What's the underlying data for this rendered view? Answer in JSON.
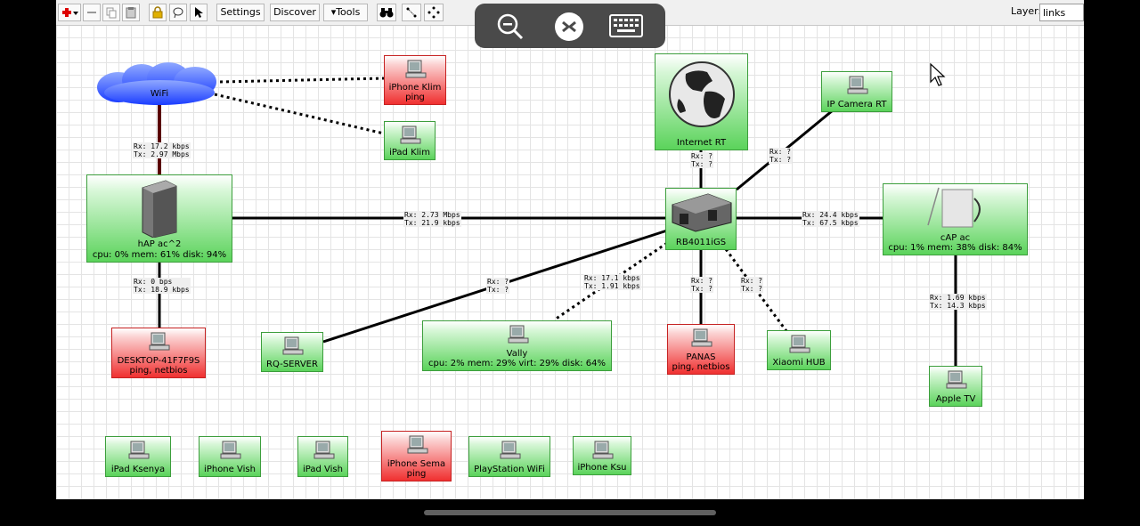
{
  "toolbar": {
    "settings_label": "Settings",
    "discover_label": "Discover",
    "tools_label": "▾Tools",
    "layer_label": "Layer:",
    "layer_value": "links"
  },
  "icons": {
    "add": "plus-icon",
    "remove": "minus-icon",
    "copy": "copy-icon",
    "paste": "paste-icon",
    "lock": "lock-icon",
    "lasso": "lasso-icon",
    "pointer": "pointer-icon",
    "find": "binoculars-icon",
    "zoom_out": "zoom-out-icon",
    "remote_desktop": "remote-desktop-icon",
    "keyboard": "keyboard-icon"
  },
  "colors": {
    "node_up": "#5bd35b",
    "node_down": "#f03030",
    "cloud": "#1a3cff",
    "link": "#000000",
    "wifi_uplink": "#5a0000"
  },
  "nodes": {
    "wifi": {
      "label": "WiFi"
    },
    "iphone_klim": {
      "label": "iPhone Klim",
      "status": "ping"
    },
    "ipad_klim": {
      "label": "iPad Klim"
    },
    "internet_rt": {
      "label": "Internet RT"
    },
    "ip_camera": {
      "label": "IP Camera RT"
    },
    "hap": {
      "label": "hAP ac^2",
      "stats": "cpu: 0% mem: 61% disk: 94%"
    },
    "rb4011": {
      "label": "RB4011iGS"
    },
    "cap": {
      "label": "cAP ac",
      "stats": "cpu: 1% mem: 38% disk: 84%"
    },
    "desktop": {
      "label": "DESKTOP-41F7F9S",
      "status": "ping, netbios"
    },
    "rq_server": {
      "label": "RQ-SERVER"
    },
    "vally": {
      "label": "Vally",
      "stats": "cpu: 2% mem: 29% virt: 29% disk: 64%"
    },
    "panas": {
      "label": "PANAS",
      "status": "ping, netbios"
    },
    "xiaomi": {
      "label": "Xiaomi HUB"
    },
    "apple_tv": {
      "label": "Apple TV"
    },
    "ipad_ksenya": {
      "label": "iPad Ksenya"
    },
    "iphone_vish": {
      "label": "iPhone Vish"
    },
    "ipad_vish": {
      "label": "iPad Vish"
    },
    "iphone_sema": {
      "label": "iPhone Sema",
      "status": "ping"
    },
    "playstation": {
      "label": "PlayStation WiFi"
    },
    "iphone_ksu": {
      "label": "iPhone Ksu"
    }
  },
  "traffic": {
    "wifi_hap": "Rx: 17.2 kbps\nTx: 2.97 Mbps",
    "internet_rb": "Rx: ?\nTx: ?",
    "camera_rb": "Rx: ?\nTx: ?",
    "hap_rb": "Rx: 2.73 Mbps\nTx: 21.9 kbps",
    "rb_cap": "Rx: 24.4 kbps\nTx: 67.5 kbps",
    "hap_desktop": "Rx: 0 bps\nTx: 18.9 kbps",
    "rb_rq": "Rx: ?\nTx: ?",
    "rb_vally": "Rx: 17.1 kbps\nTx: 1.91 kbps",
    "rb_panas": "Rx: ?\nTx: ?",
    "rb_xiaomi": "Rx: ?\nTx: ?",
    "cap_appletv": "Rx: 1.69 kbps\nTx: 14.3 kbps"
  }
}
